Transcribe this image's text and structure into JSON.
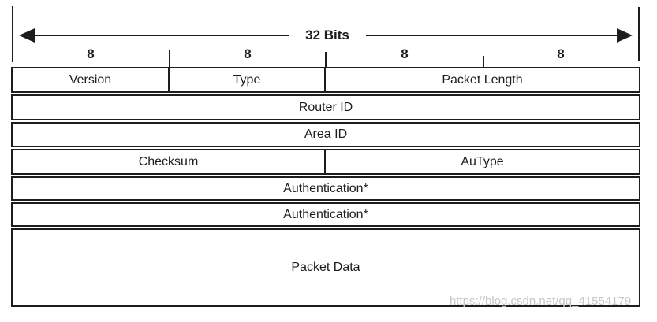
{
  "diagram": {
    "title_semantic": "OSPF packet header format",
    "bits_label": "32 Bits",
    "octet_labels": [
      "8",
      "8",
      "8",
      "8"
    ],
    "rows": [
      {
        "cells": [
          {
            "label": "Version"
          },
          {
            "label": "Type"
          },
          {
            "label": "Packet Length"
          }
        ]
      },
      {
        "cells": [
          {
            "label": "Router ID"
          }
        ]
      },
      {
        "cells": [
          {
            "label": "Area ID"
          }
        ]
      },
      {
        "cells": [
          {
            "label": "Checksum"
          },
          {
            "label": "AuType"
          }
        ]
      },
      {
        "cells": [
          {
            "label": "Authentication*"
          }
        ]
      },
      {
        "cells": [
          {
            "label": "Authentication*"
          }
        ]
      },
      {
        "cells": [
          {
            "label": "Packet Data"
          }
        ]
      }
    ]
  },
  "watermark": {
    "text": "https://blog.csdn.net/qq_41554179"
  },
  "colors": {
    "line": "#1d1d1d",
    "text": "#1d1d1d",
    "watermark": "#c6c6c6",
    "background": "#ffffff"
  }
}
